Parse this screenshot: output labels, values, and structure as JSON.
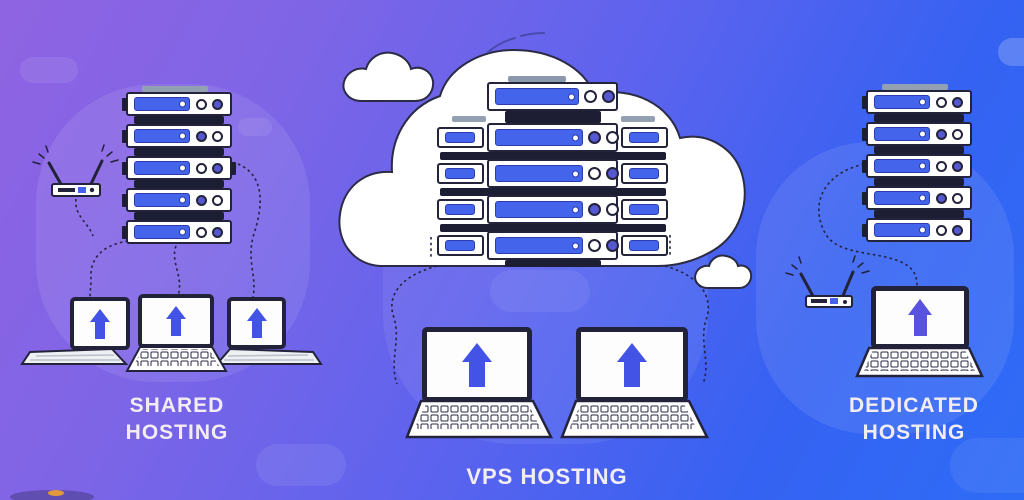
{
  "sections": {
    "shared": {
      "line1": "SHARED",
      "line2": "HOSTING",
      "server_count": 5,
      "laptop_count": 3,
      "has_router": true,
      "has_cloud": false
    },
    "vps": {
      "line1": "VPS HOSTING",
      "line2": "",
      "server_count": 5,
      "laptop_count": 2,
      "has_router": false,
      "has_cloud": true
    },
    "dedicated": {
      "line1": "DEDICATED",
      "line2": "HOSTING",
      "server_count": 5,
      "laptop_count": 1,
      "has_router": true,
      "has_cloud": false
    }
  },
  "colors": {
    "bg_gradient_start": "#8f64e2",
    "bg_gradient_end": "#2e6cf6",
    "server_bar_blue": "#4464ec",
    "outline_dark": "#23233c",
    "accent_indigo": "#5558d0",
    "arrow_blue": "#4353e6",
    "arrow_purple": "#5852de",
    "label_text": "#f3edf3",
    "cloud_white": "#ffffff"
  }
}
